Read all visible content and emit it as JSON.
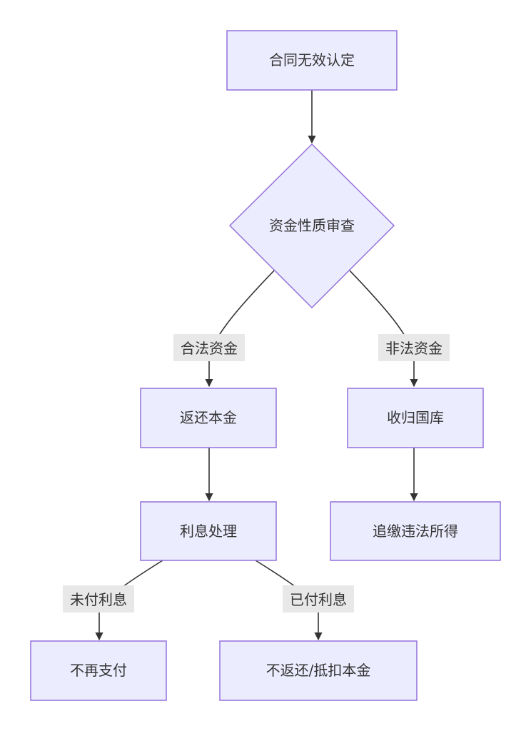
{
  "nodes": {
    "contract_invalid": "合同无效认定",
    "fund_review": "资金性质审查",
    "return_principal": "返还本金",
    "confiscate": "收归国库",
    "interest_handling": "利息处理",
    "recover_illegal_gains": "追缴违法所得",
    "no_further_payment": "不再支付",
    "no_return_deduct": "不返还/抵扣本金"
  },
  "edges": {
    "legal_funds": "合法资金",
    "illegal_funds": "非法资金",
    "interest_unpaid": "未付利息",
    "interest_paid": "已付利息"
  },
  "colors": {
    "node_fill": "#ececff",
    "node_stroke": "#9370db",
    "edge": "#333333",
    "label_bg": "#e8e8e8"
  }
}
